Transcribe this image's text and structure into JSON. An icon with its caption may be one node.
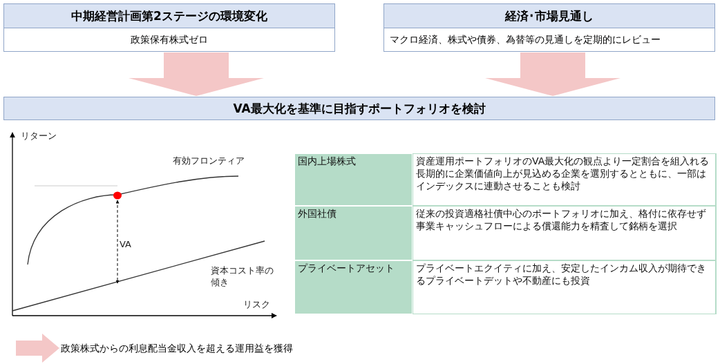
{
  "diagram": {
    "nodes": [
      {
        "text": [
          "中期経営計画第2ステージの環境変化",
          "政策保有株式ゼロ"
        ]
      },
      {
        "text": [
          "経済･市場見通し",
          "マクロ経済、株式や債券、為替等の見通しを定期的にレビュー"
        ]
      },
      {
        "text": [
          "VA最大化を基準に目指すポートフォリオを検討"
        ]
      },
      {
        "text": [
          "政策株式からの利息配当金収入を超える運用益を獲得"
        ]
      }
    ],
    "edges": [
      {
        "from": 0,
        "to": 2,
        "arrow": "to"
      },
      {
        "from": 1,
        "to": 2,
        "arrow": "to"
      },
      {
        "from": null,
        "to": 3,
        "arrow": "to"
      }
    ],
    "labels": [
      "リターン",
      "有効フロンティア",
      "VA",
      "資本コスト率の傾き",
      "リスク",
      "国内上場株式",
      "資産運用ポートフォリオのVA最大化の観点より一定割合を組入れる",
      "長期的に企業価値向上が見込める企業を選別するとともに、一部はインデックスに連動させることも検討",
      "外国社債",
      "従来の投資適格社債中心のポートフォリオに加え、格付に依存せず事業キャッシュフローによる償還能力を精査して銘柄を選択",
      "プライベートアセット",
      "プライベートエクイティに加え、安定したインカム収入が期待できるプライベートデットや不動産にも投資"
    ]
  }
}
